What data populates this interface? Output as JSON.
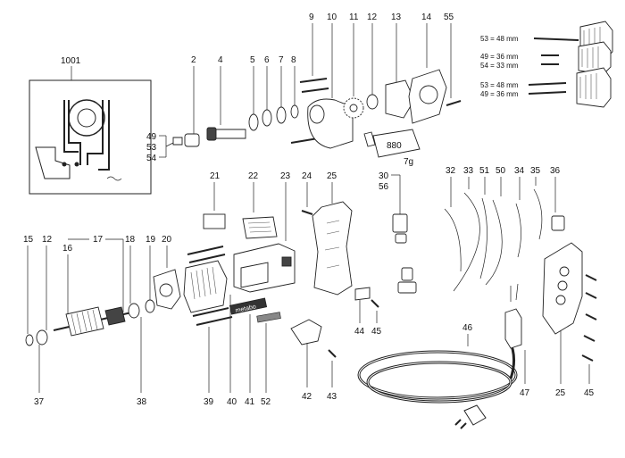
{
  "labels": {
    "l1001": "1001",
    "l2": "2",
    "l4": "4",
    "l5": "5",
    "l6": "6",
    "l7": "7",
    "l8": "8",
    "l9": "9",
    "l10": "10",
    "l11": "11",
    "l12a": "12",
    "l13": "13",
    "l14": "14",
    "l55": "55",
    "l49a": "49",
    "l53a": "53",
    "l54a": "54",
    "l15": "15",
    "l12b": "12",
    "l16": "16",
    "l17": "17",
    "l18": "18",
    "l19": "19",
    "l20": "20",
    "l37": "37",
    "l38": "38",
    "l21": "21",
    "l22": "22",
    "l23": "23",
    "l24": "24",
    "l25a": "25",
    "l30": "30",
    "l56": "56",
    "l32": "32",
    "l33": "33",
    "l51": "51",
    "l50": "50",
    "l34": "34",
    "l35": "35",
    "l36": "36",
    "l39": "39",
    "l40": "40",
    "l41": "41",
    "l52": "52",
    "l42": "42",
    "l43": "43",
    "l44": "44",
    "l45a": "45",
    "l46": "46",
    "l47": "47",
    "l25b": "25",
    "l45b": "45"
  },
  "chuck_notes": {
    "c1": "53 = 48 mm",
    "c2a": "49 = 36 mm",
    "c2b": "54 = 33 mm",
    "c3a": "53 = 48 mm",
    "c3b": "49 = 36 mm"
  },
  "grease_tube": {
    "text": "880",
    "weight": "7g"
  },
  "logo_text": "metabo"
}
